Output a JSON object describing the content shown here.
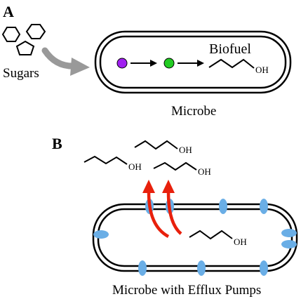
{
  "panel_a": {
    "label": "A",
    "sugars_label": "Sugars",
    "biofuel_label": "Biofuel",
    "oh_label": "OH",
    "microbe_label": "Microbe",
    "colors": {
      "dot_start": "#a020f0",
      "dot_mid": "#22cc22",
      "arrow_gray": "#999999"
    }
  },
  "panel_b": {
    "label": "B",
    "oh_labels": [
      "OH",
      "OH",
      "OH",
      "OH"
    ],
    "microbe_label": "Microbe with Efflux Pumps",
    "colors": {
      "pump": "#6aaee6",
      "efflux_arrow": "#e8200c"
    }
  }
}
